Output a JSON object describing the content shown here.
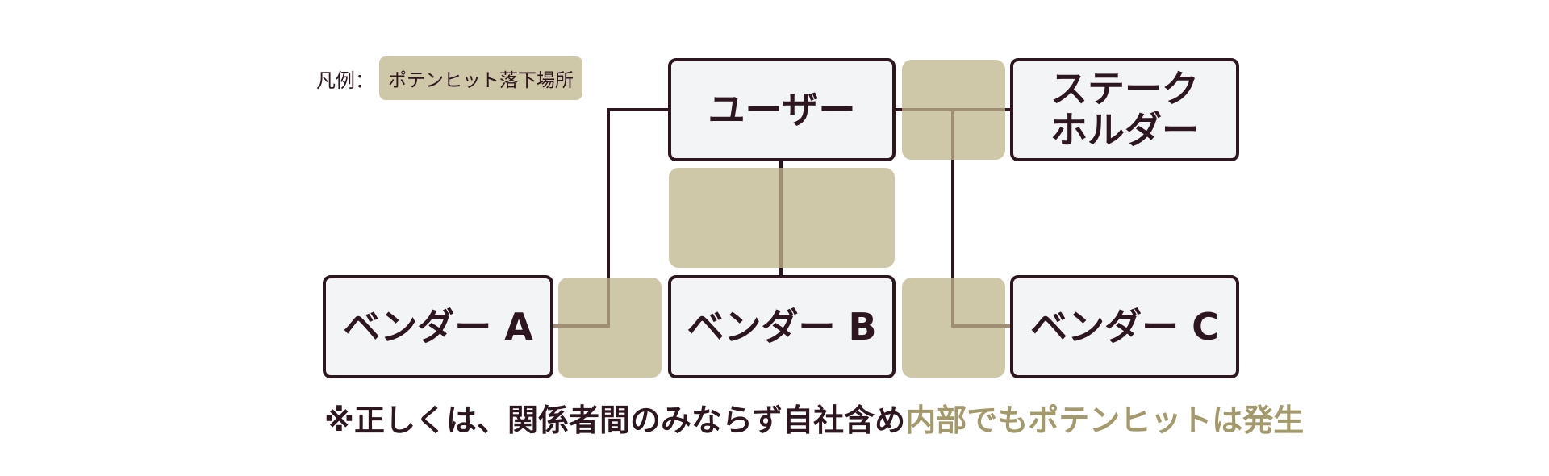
{
  "legend": {
    "label": "凡例：",
    "swatch_text": "ポテンヒット落下場所"
  },
  "nodes": {
    "user": "ユーザー",
    "stakeholder": "ステーク\nホルダー",
    "vendor_a": "ベンダー A",
    "vendor_b": "ベンダー B",
    "vendor_c": "ベンダー C"
  },
  "note": {
    "main": "※正しくは、関係者間のみならず自社含め",
    "accent": "内部でもポテンヒットは発生"
  },
  "colors": {
    "node_border": "#2d1620",
    "node_fill": "#f3f4f6",
    "zone_fill": "#cfc8a8",
    "accent_text": "#a3996b"
  }
}
